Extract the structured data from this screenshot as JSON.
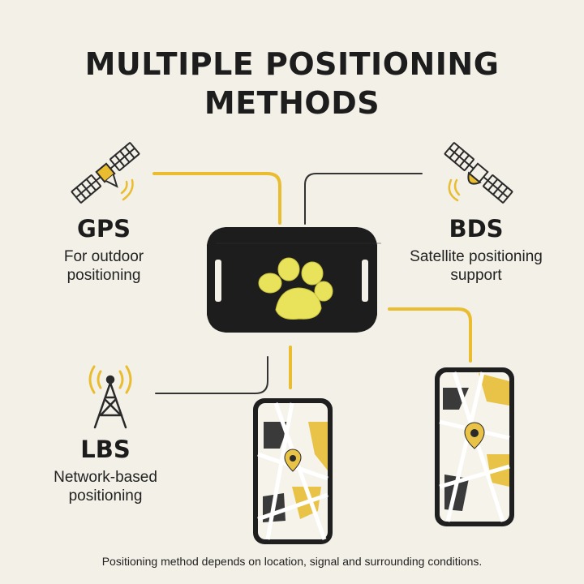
{
  "title": {
    "line1": "MULTIPLE POSITIONING",
    "line2": "METHODS"
  },
  "methods": {
    "gps": {
      "name": "GPS",
      "desc_line1": "For outdoor",
      "desc_line2": "positioning",
      "icon": "satellite-icon"
    },
    "bds": {
      "name": "BDS",
      "desc_line1": "Satellite positioning",
      "desc_line2": "support",
      "icon": "satellite-icon"
    },
    "lbs": {
      "name": "LBS",
      "desc_line1": "Network-based",
      "desc_line2": "positioning",
      "icon": "cell-tower-icon"
    }
  },
  "footnote": "Positioning method depends on location, signal and surrounding conditions.",
  "colors": {
    "accent": "#e9bd2f",
    "dark": "#222222",
    "background": "#f3f0e7",
    "map_yellow": "#e8c347"
  }
}
